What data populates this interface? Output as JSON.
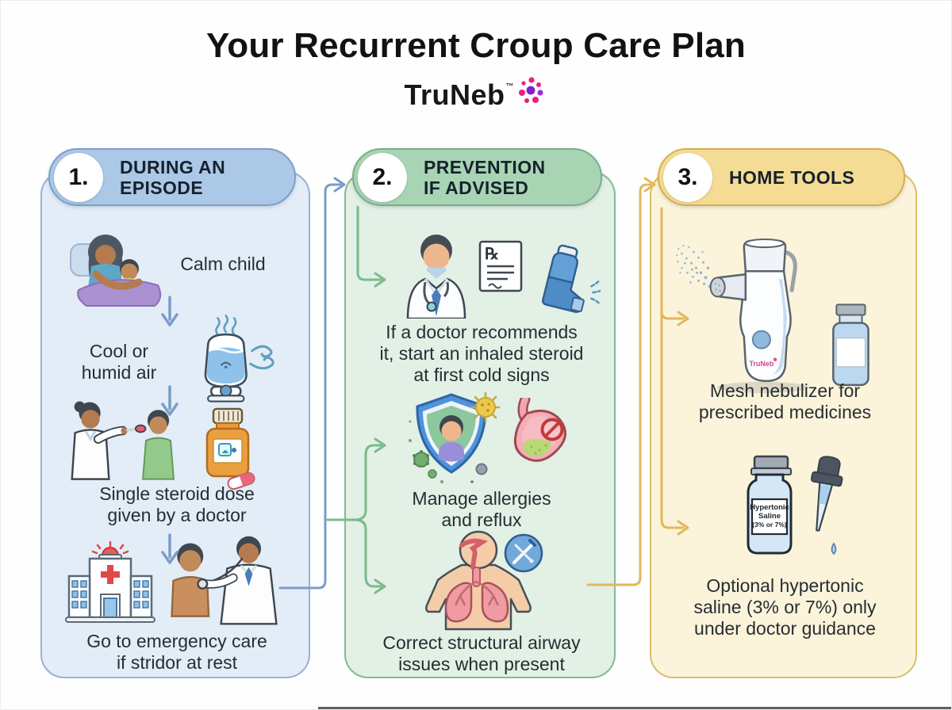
{
  "header": {
    "title": "Your Recurrent Croup Care Plan",
    "brand": "TruNeb",
    "trademark": "™"
  },
  "columns": [
    {
      "number": "1.",
      "title": "DURING AN\nEPISODE",
      "steps": [
        {
          "label": "Calm child",
          "icon": "parent-comforting-child"
        },
        {
          "label": "Cool or\nhumid air",
          "icon": "cool-mist-humidifier"
        },
        {
          "label": "Single steroid dose\ngiven by a doctor",
          "icon": "doctor-giving-medicine-and-pill-bottle"
        },
        {
          "label": "Go to emergency care\nif stridor at rest",
          "icon": "hospital-and-doctor-exam"
        }
      ]
    },
    {
      "number": "2.",
      "title": "PREVENTION\nIF ADVISED",
      "steps": [
        {
          "label": "If a doctor recommends\nit, start an inhaled steroid\nat first cold signs",
          "icon": "doctor-prescription-inhaler"
        },
        {
          "label": "Manage allergies\nand reflux",
          "icon": "allergy-shield-and-stomach"
        },
        {
          "label": "Correct structural airway\nissues when present",
          "icon": "airway-anatomy-surgical-tools"
        }
      ]
    },
    {
      "number": "3.",
      "title": "HOME TOOLS",
      "steps": [
        {
          "label": "Mesh nebulizer for\nprescribed medicines",
          "icon": "mesh-nebulizer-and-vial"
        },
        {
          "label": "Optional hypertonic\nsaline (3% or 7%) only\nunder doctor guidance",
          "icon": "saline-vial-and-dropper"
        }
      ]
    }
  ],
  "icon_text": {
    "rx_symbol": "℞",
    "nebulizer_brand": "TruNeb",
    "vial_label_line1": "Hypertonic",
    "vial_label_line2": "Saline",
    "vial_label_line3": "(3% or 7%)"
  },
  "colors": {
    "col1_header": "#abc8e6",
    "col1_body": "#e3edf8",
    "col1_arrow": "#7b9cc9",
    "col2_header": "#a9d4b4",
    "col2_body": "#e2f0e5",
    "col2_arrow": "#7cba8c",
    "col3_header": "#f4dc94",
    "col3_body": "#fbf4da",
    "col3_arrow": "#e3b759",
    "brand_pink": "#ea1f80",
    "brand_purple": "#7a22d0"
  }
}
